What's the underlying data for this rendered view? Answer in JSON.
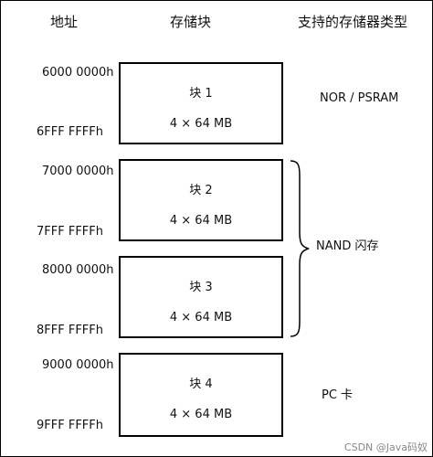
{
  "headers": {
    "address": "地址",
    "block": "存储块",
    "memory_type": "支持的存储器类型"
  },
  "blocks": [
    {
      "start": "6000 0000h",
      "end": "6FFF FFFFh",
      "name": "块 1",
      "size": "4 × 64 MB"
    },
    {
      "start": "7000 0000h",
      "end": "7FFF FFFFh",
      "name": "块 2",
      "size": "4 × 64 MB"
    },
    {
      "start": "8000 0000h",
      "end": "8FFF FFFFh",
      "name": "块 3",
      "size": "4 × 64 MB"
    },
    {
      "start": "9000 0000h",
      "end": "9FFF FFFFh",
      "name": "块 4",
      "size": "4 × 64 MB"
    }
  ],
  "memory_types": {
    "nor_psram": "NOR / PSRAM",
    "nand": "NAND 闪存",
    "pc_card": "PC 卡"
  },
  "watermark": "CSDN @Java码奴"
}
